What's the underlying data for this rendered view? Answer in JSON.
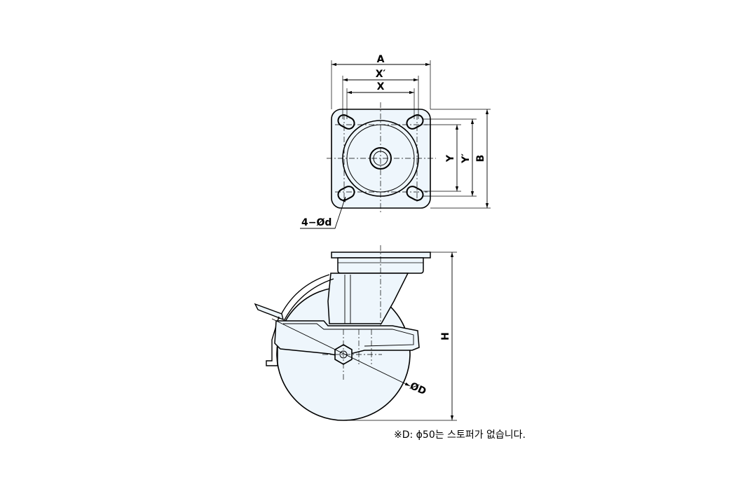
{
  "labels": {
    "dim_a": "A",
    "dim_x_prime": "X′",
    "dim_x": "X",
    "dim_b": "B",
    "dim_y": "Y",
    "dim_y_prime": "Y′",
    "bolt_holes": "4−Ød",
    "wheel_dia": "ØD",
    "dim_h": "H",
    "footnote": "※D: ϕ50는 스토퍼가 없습니다."
  },
  "colors": {
    "line": "#000000",
    "fill": "#eef6fc",
    "background": "#ffffff"
  }
}
